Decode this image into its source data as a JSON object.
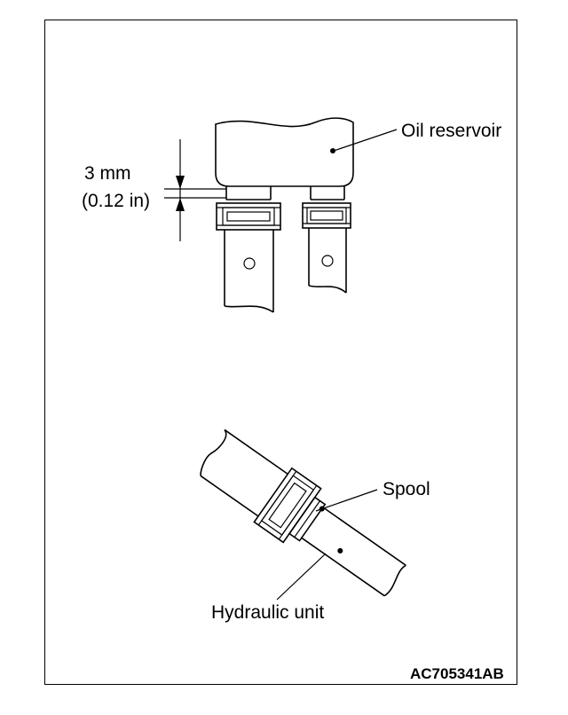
{
  "labels": {
    "gap_mm": "3 mm",
    "gap_in": "(0.12 in)",
    "oil_reservoir": "Oil reservoir",
    "spool": "Spool",
    "hydraulic_unit": "Hydraulic unit",
    "figure_code": "AC705341AB"
  },
  "colors": {
    "line": "#000000",
    "background": "#ffffff"
  }
}
